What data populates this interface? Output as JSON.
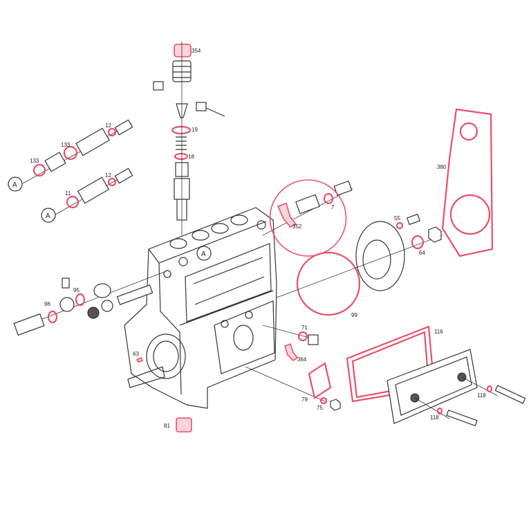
{
  "diagram": {
    "colors": {
      "line": "#333333",
      "highlight": "#e8506a",
      "background": "#ffffff"
    },
    "reference_marker": "A",
    "labels": {
      "l354": "354",
      "l19": "19",
      "l18": "18",
      "l12a": "12",
      "l133a": "133",
      "l133b": "133",
      "l12b": "12",
      "l11": "11",
      "l380": "380",
      "l55": "55",
      "l64": "64",
      "l352": "352",
      "l7": "7",
      "l99": "99",
      "l95": "95",
      "l96": "96",
      "l71": "71",
      "l364": "364",
      "l116": "116",
      "l63": "63",
      "l79": "79",
      "l75": "75",
      "l118a": "118",
      "l118b": "118",
      "l81": "81"
    }
  }
}
